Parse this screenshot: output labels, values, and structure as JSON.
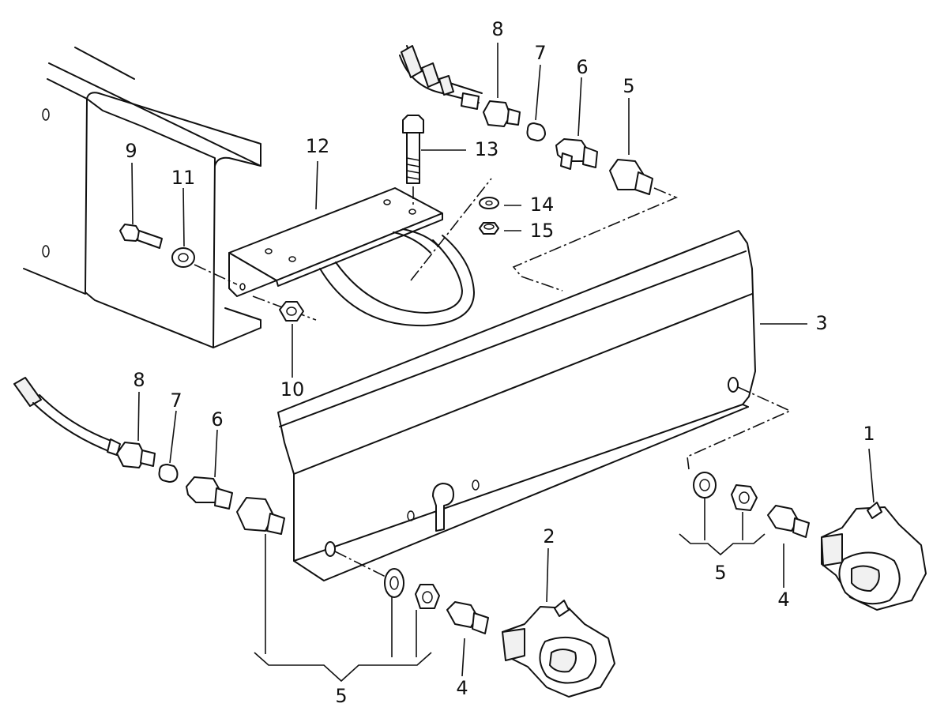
{
  "diagram": {
    "callouts": {
      "c1": "1",
      "c2": "2",
      "c3": "3",
      "c4a": "4",
      "c4b": "4",
      "c5a": "5",
      "c5b": "5",
      "c5c": "5",
      "c6a": "6",
      "c6b": "6",
      "c7a": "7",
      "c7b": "7",
      "c8a": "8",
      "c8b": "8",
      "c9": "9",
      "c10": "10",
      "c11": "11",
      "c12": "12",
      "c13": "13",
      "c14": "14",
      "c15": "15"
    }
  }
}
